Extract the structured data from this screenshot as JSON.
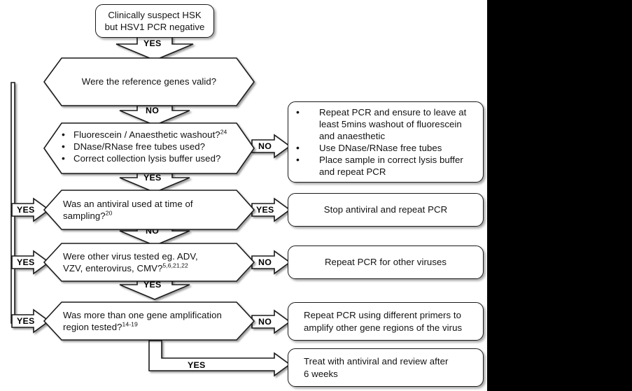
{
  "diagram": {
    "title": "HSK diagnostic flowchart",
    "start": {
      "line1": "Clinically suspect HSK",
      "line2": "but HSV1 PCR negative"
    },
    "decisions": [
      {
        "id": "reference-genes",
        "text": "Were the reference genes valid?",
        "yes_label": "YES",
        "no_label": "NO"
      },
      {
        "id": "sample-handling",
        "bullets": [
          {
            "text": "Fluorescein / Anaesthetic washout?",
            "ref": "24"
          },
          {
            "text": "DNase/RNase free tubes used?",
            "ref": ""
          },
          {
            "text": "Correct collection lysis buffer used?",
            "ref": ""
          }
        ],
        "yes_label": "YES",
        "no_label": "NO"
      },
      {
        "id": "antiviral-at-sampling",
        "line1": "Was an antiviral used at time of",
        "line2": "sampling?",
        "ref": "20",
        "yes_label": "YES",
        "no_label": "NO"
      },
      {
        "id": "other-viruses",
        "line1": "Were other virus tested eg. ADV,",
        "line2": "VZV, enterovirus, CMV?",
        "ref": "5,6,21,22",
        "yes_label": "YES",
        "no_label": "NO"
      },
      {
        "id": "gene-amplification-regions",
        "line1": "Was more than one gene amplification",
        "line2": "region tested?",
        "ref": "14-19",
        "yes_label": "YES",
        "no_label": "NO"
      }
    ],
    "outcomes": [
      {
        "id": "repeat-pcr-handling",
        "bullets": [
          "Repeat PCR and ensure to leave at least 5mins washout of fluorescein and anaesthetic",
          "Use DNase/RNase free tubes",
          "Place sample in correct lysis buffer and repeat PCR"
        ]
      },
      {
        "id": "stop-antiviral",
        "text": "Stop antiviral and repeat PCR"
      },
      {
        "id": "repeat-pcr-other-viruses",
        "text": "Repeat PCR for other viruses"
      },
      {
        "id": "repeat-pcr-different-primers",
        "line1": "Repeat PCR using different primers to",
        "line2": "amplify other gene regions of the virus"
      },
      {
        "id": "treat-antiviral",
        "line1": "Treat with antiviral and review after",
        "line2": "6 weeks"
      }
    ],
    "connectors": {
      "start_to_d1": "YES",
      "d1_no_to_d2": "NO",
      "d2_yes_to_d3": "YES",
      "d3_no_to_d4": "NO",
      "d4_yes_to_d5": "YES",
      "d1_yes_left": "YES",
      "d3_left_yes": "YES",
      "d4_left_yes": "YES",
      "d5_left_yes": "YES",
      "d2_no_right": "NO",
      "d3_yes_right": "YES",
      "d4_no_right": "NO",
      "d5_no_right": "NO",
      "d5_yes_bottom": "YES"
    },
    "colors": {
      "stroke": "#1a1a1a",
      "fill": "#ffffff",
      "page": "#ffffff",
      "outside": "#000000"
    }
  }
}
